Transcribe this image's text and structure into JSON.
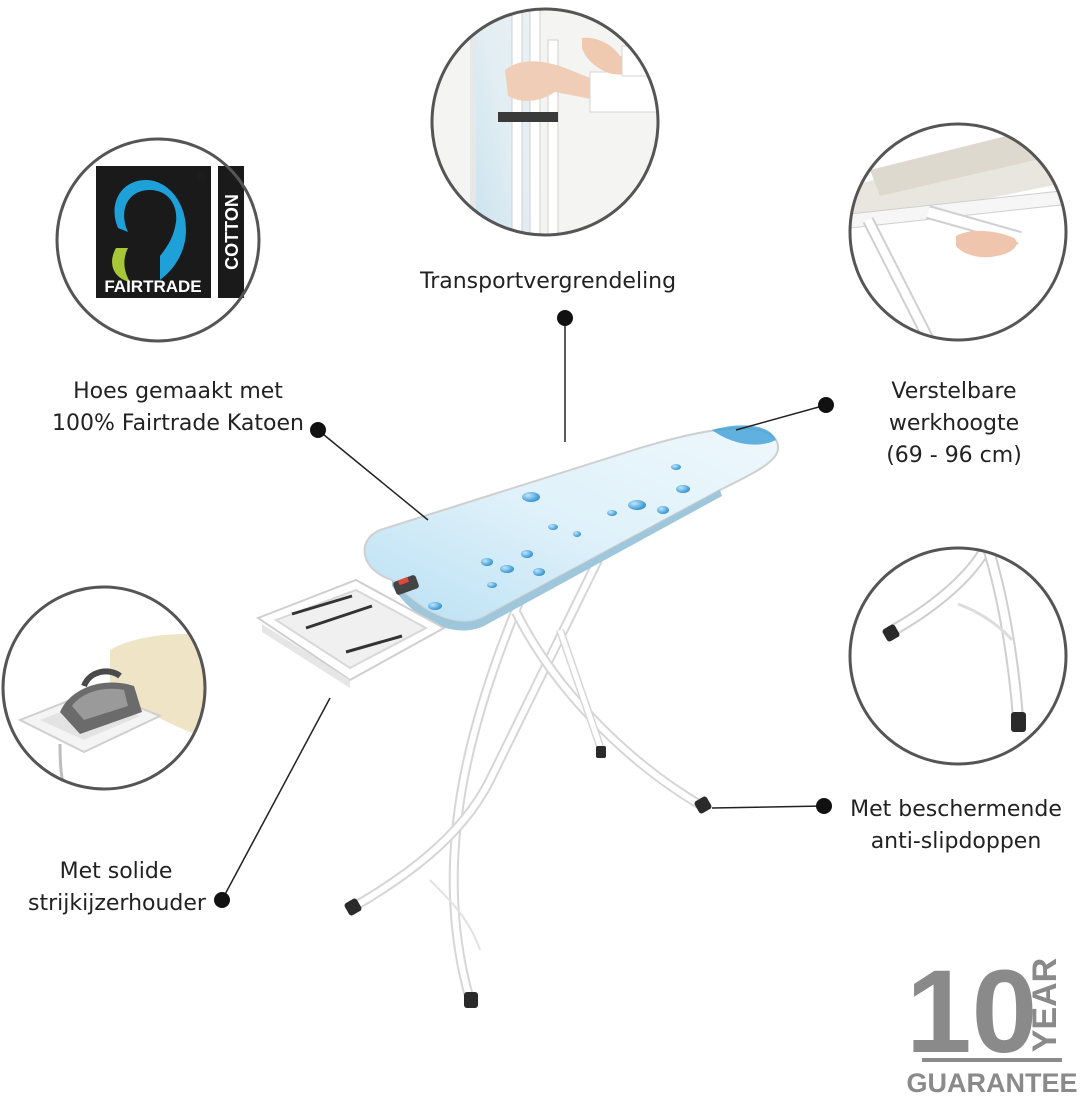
{
  "features": {
    "cover": {
      "line1": "Hoes gemaakt met",
      "line2": "100% Fairtrade Katoen"
    },
    "transport": {
      "label": "Transportvergrendeling"
    },
    "height": {
      "line1": "Verstelbare",
      "line2": "werkhoogte",
      "line3": "(69 - 96 cm)"
    },
    "iron_holder": {
      "line1": "Met solide",
      "line2": "strijkijzerhouder"
    },
    "feet": {
      "line1": "Met beschermende",
      "line2": "anti-slipdoppen"
    }
  },
  "fairtrade_logo": {
    "word": "FAIRTRADE",
    "side": "COTTON",
    "mark": "®"
  },
  "guarantee": {
    "number": "10",
    "unit": "YEAR",
    "word": "GUARANTEE"
  },
  "colors": {
    "cover": "#cfe9f6",
    "droplet": "#3d9fd8",
    "frame": "#ffffff",
    "frame_edge": "#cfcfcf",
    "circle_border": "#555555",
    "badge_gray": "#8a8a8a",
    "logo_black": "#1a1a1a",
    "logo_blue": "#1da1d8",
    "logo_green": "#a6c837"
  }
}
